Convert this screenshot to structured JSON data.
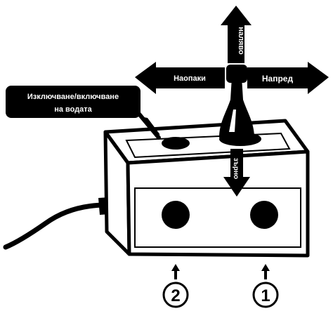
{
  "labels": {
    "up": "наляво",
    "back": "Наопаки",
    "forward": "Напред",
    "down": "зърно",
    "water_line1": "Изключване/включване",
    "water_line2": "на водата"
  },
  "numbers": {
    "left": "2",
    "right": "1"
  },
  "colors": {
    "ink": "#000000",
    "background": "#ffffff",
    "label_text": "#ffffff"
  }
}
